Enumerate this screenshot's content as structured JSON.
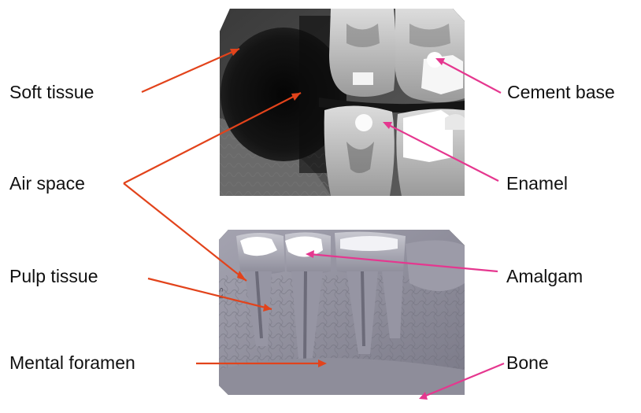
{
  "labels": {
    "left": {
      "soft_tissue": "Soft tissue",
      "air_space": "Air space",
      "pulp_tissue": "Pulp tissue",
      "mental_foramen": "Mental foramen"
    },
    "right": {
      "cement_base": "Cement base",
      "enamel": "Enamel",
      "amalgam": "Amalgam",
      "bone": "Bone"
    }
  },
  "colors": {
    "left_arrows": "#e2431b",
    "right_arrows": "#e5378f",
    "xray_frame": "#000000"
  }
}
